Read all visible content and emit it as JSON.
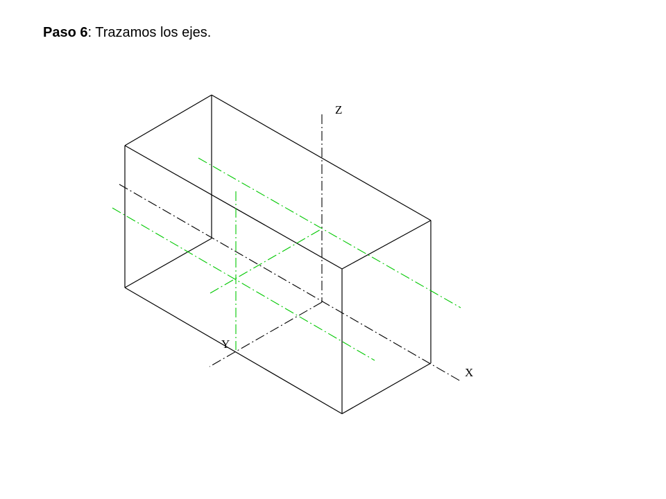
{
  "title": {
    "step": "Paso 6",
    "separator": ": ",
    "text": "Trazamos los ejes."
  },
  "axes": {
    "z": "Z",
    "y": "Y",
    "x": "X"
  },
  "colors": {
    "edge": "#000000",
    "axis": "#000000",
    "guide": "#00c800"
  }
}
